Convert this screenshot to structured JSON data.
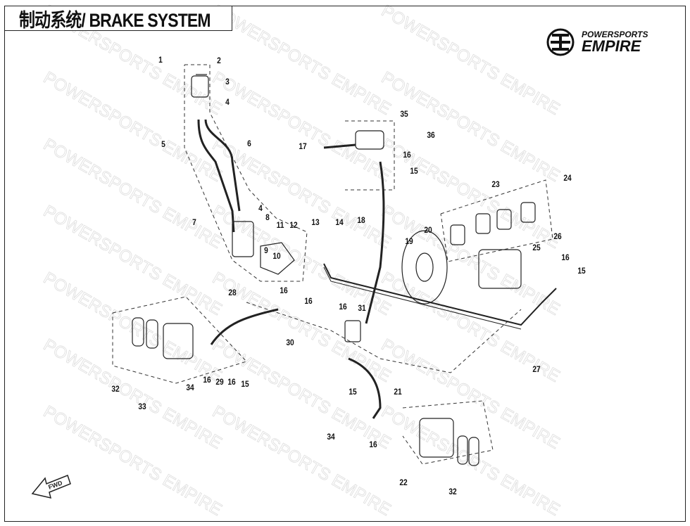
{
  "title": "制动系统/ BRAKE SYSTEM",
  "logo": {
    "line1": "POWERSPORTS",
    "line2": "EMPIRE"
  },
  "watermark": "POWERSPORTS EMPIRE",
  "fwd_label": "FWD",
  "callouts": [
    "1",
    "2",
    "3",
    "4",
    "5",
    "6",
    "4",
    "8",
    "7",
    "11",
    "12",
    "13",
    "14",
    "9",
    "10",
    "18",
    "17",
    "35",
    "36",
    "16",
    "15",
    "20",
    "19",
    "23",
    "24",
    "26",
    "25",
    "16",
    "15",
    "27",
    "28",
    "16",
    "16",
    "16",
    "31",
    "30",
    "32",
    "33",
    "34",
    "16",
    "29",
    "16",
    "15",
    "15",
    "21",
    "34",
    "16",
    "22",
    "32"
  ]
}
